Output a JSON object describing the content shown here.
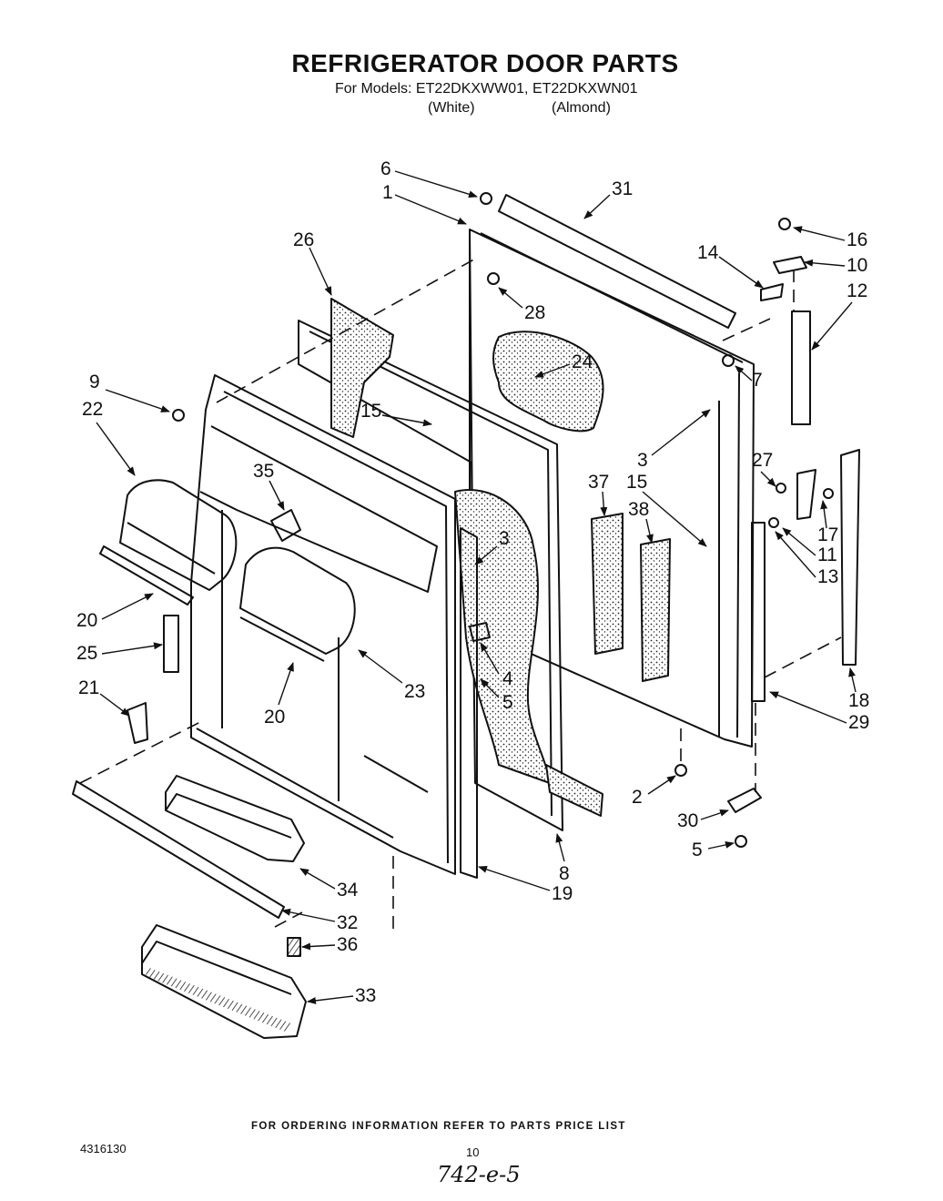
{
  "header": {
    "title": "REFRIGERATOR DOOR PARTS",
    "models_line": "For Models: ET22DKXWW01, ET22DKXWN01",
    "color_white": "(White)",
    "color_almond": "(Almond)"
  },
  "callouts": [
    {
      "id": "c6",
      "label": "6"
    },
    {
      "id": "c1",
      "label": "1"
    },
    {
      "id": "c31",
      "label": "31"
    },
    {
      "id": "c16",
      "label": "16"
    },
    {
      "id": "c26",
      "label": "26"
    },
    {
      "id": "c14",
      "label": "14"
    },
    {
      "id": "c10",
      "label": "10"
    },
    {
      "id": "c12",
      "label": "12"
    },
    {
      "id": "c28",
      "label": "28"
    },
    {
      "id": "c9",
      "label": "9"
    },
    {
      "id": "c24",
      "label": "24"
    },
    {
      "id": "c7",
      "label": "7"
    },
    {
      "id": "c22",
      "label": "22"
    },
    {
      "id": "c15a",
      "label": "15"
    },
    {
      "id": "c3a",
      "label": "3"
    },
    {
      "id": "c27",
      "label": "27"
    },
    {
      "id": "c35",
      "label": "35"
    },
    {
      "id": "c37",
      "label": "37"
    },
    {
      "id": "c15b",
      "label": "15"
    },
    {
      "id": "c38",
      "label": "38"
    },
    {
      "id": "c17",
      "label": "17"
    },
    {
      "id": "c3b",
      "label": "3"
    },
    {
      "id": "c11",
      "label": "11"
    },
    {
      "id": "c13",
      "label": "13"
    },
    {
      "id": "c20a",
      "label": "20"
    },
    {
      "id": "c25",
      "label": "25"
    },
    {
      "id": "c4",
      "label": "4"
    },
    {
      "id": "c5a",
      "label": "5"
    },
    {
      "id": "c23",
      "label": "23"
    },
    {
      "id": "c21",
      "label": "21"
    },
    {
      "id": "c20b",
      "label": "20"
    },
    {
      "id": "c18",
      "label": "18"
    },
    {
      "id": "c29",
      "label": "29"
    },
    {
      "id": "c2",
      "label": "2"
    },
    {
      "id": "c30",
      "label": "30"
    },
    {
      "id": "c5b",
      "label": "5"
    },
    {
      "id": "c8",
      "label": "8"
    },
    {
      "id": "c34",
      "label": "34"
    },
    {
      "id": "c19",
      "label": "19"
    },
    {
      "id": "c32",
      "label": "32"
    },
    {
      "id": "c36",
      "label": "36"
    },
    {
      "id": "c33",
      "label": "33"
    }
  ],
  "footer": {
    "ordering_note": "FOR ORDERING INFORMATION REFER TO PARTS PRICE LIST",
    "doc_number": "4316130",
    "page_number": "10",
    "handwritten_note": "742-e-5"
  }
}
